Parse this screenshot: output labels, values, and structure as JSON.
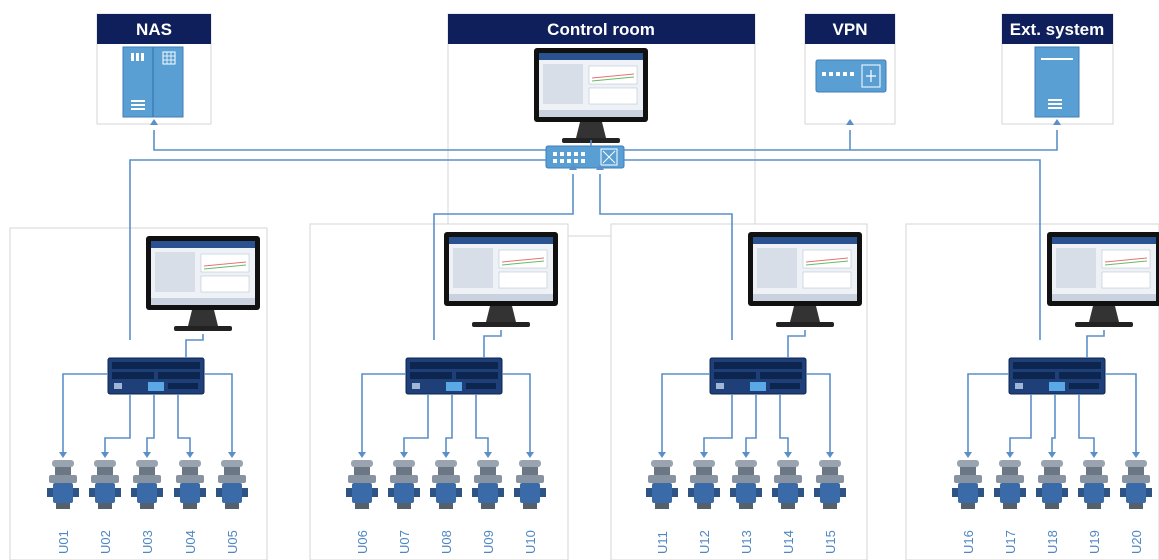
{
  "top_nodes": [
    {
      "id": "nas",
      "label": "NAS",
      "icon": "server-cabinet-icon"
    },
    {
      "id": "control_room",
      "label": "Control room",
      "icon": "monitor-icon"
    },
    {
      "id": "vpn",
      "label": "VPN",
      "icon": "vpn-device-icon"
    },
    {
      "id": "ext_system",
      "label": "Ext. system",
      "icon": "tower-server-icon"
    }
  ],
  "core_switch": {
    "icon": "network-switch-icon"
  },
  "stations": [
    {
      "units": [
        "U01",
        "U02",
        "U03",
        "U04",
        "U05"
      ],
      "monitor_screen": "process-view"
    },
    {
      "units": [
        "U06",
        "U07",
        "U08",
        "U09",
        "U10"
      ],
      "monitor_screen": "gauge-view"
    },
    {
      "units": [
        "U11",
        "U12",
        "U13",
        "U14",
        "U15"
      ],
      "monitor_screen": "process-view"
    },
    {
      "units": [
        "U16",
        "U17",
        "U18",
        "U19",
        "U20"
      ],
      "monitor_screen": "gauge-view"
    }
  ],
  "colors": {
    "header": "#0f1f5c",
    "wire": "#5b8fc8",
    "device": "#1f3f78",
    "equipment": "#3b6aa8"
  }
}
